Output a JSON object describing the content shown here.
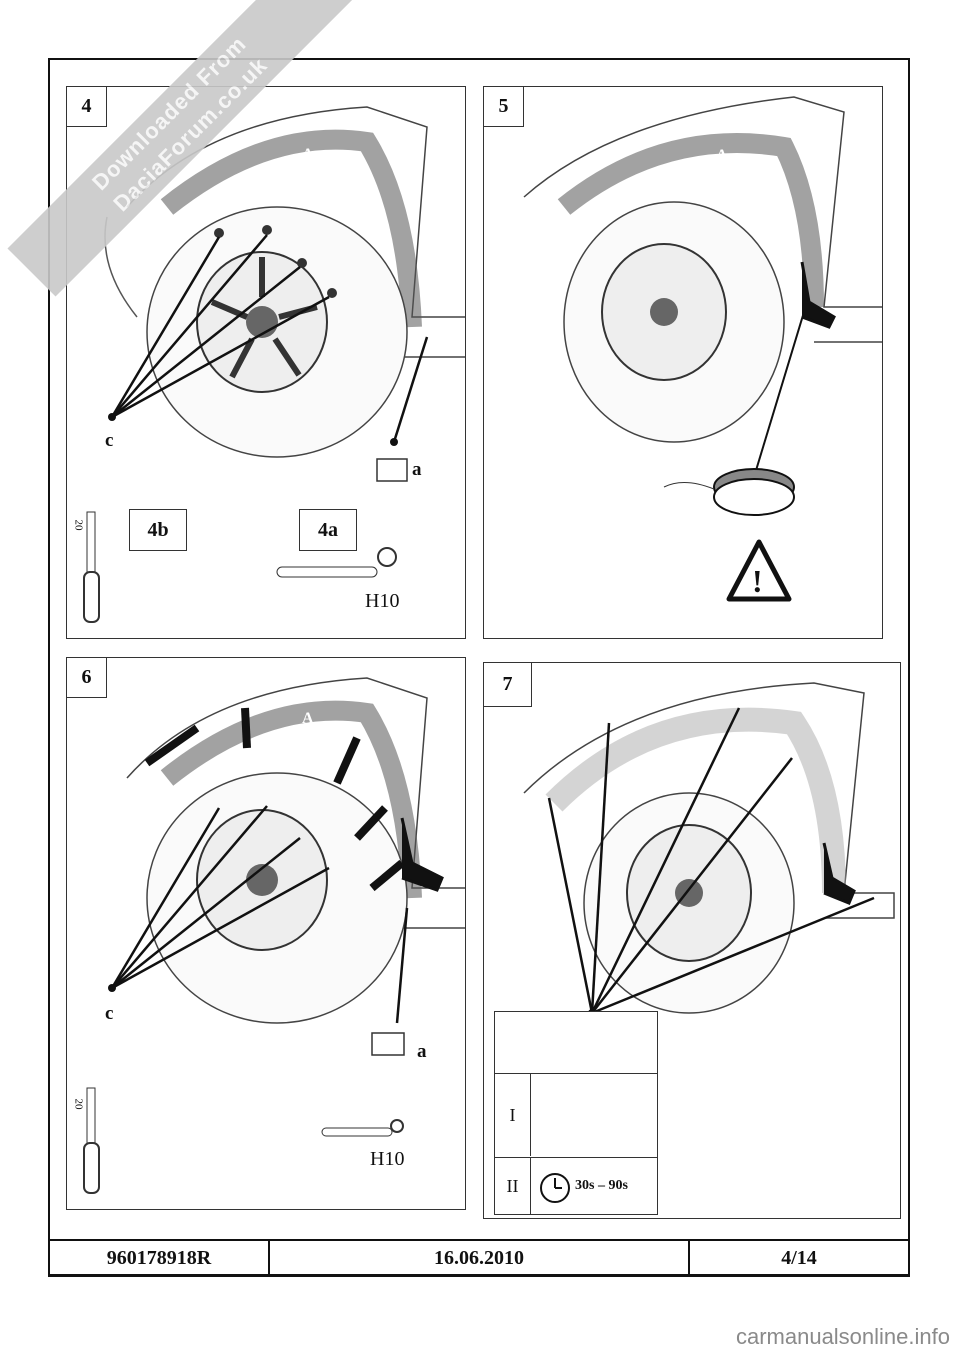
{
  "watermark": {
    "line1": "Downloaded From",
    "line2": "DaciaForum.co.uk"
  },
  "panels": {
    "p4": {
      "number": "4",
      "label_a": "A",
      "label_c": "c",
      "label_na": "a",
      "box_4b": "4b",
      "box_4a": "4a",
      "h10": "H10",
      "torx": "20"
    },
    "p5": {
      "number": "5",
      "label_a": "A"
    },
    "p6": {
      "number": "6",
      "label_a": "A",
      "label_c": "c",
      "label_na": "a",
      "h10": "H10",
      "torx": "20"
    },
    "p7": {
      "number": "7",
      "row1": "I",
      "row2": "II",
      "time": "30s – 90s"
    }
  },
  "footer": {
    "ref": "960178918R",
    "date": "16.06.2010",
    "page": "4/14"
  },
  "site": "carmanualsonline.info"
}
